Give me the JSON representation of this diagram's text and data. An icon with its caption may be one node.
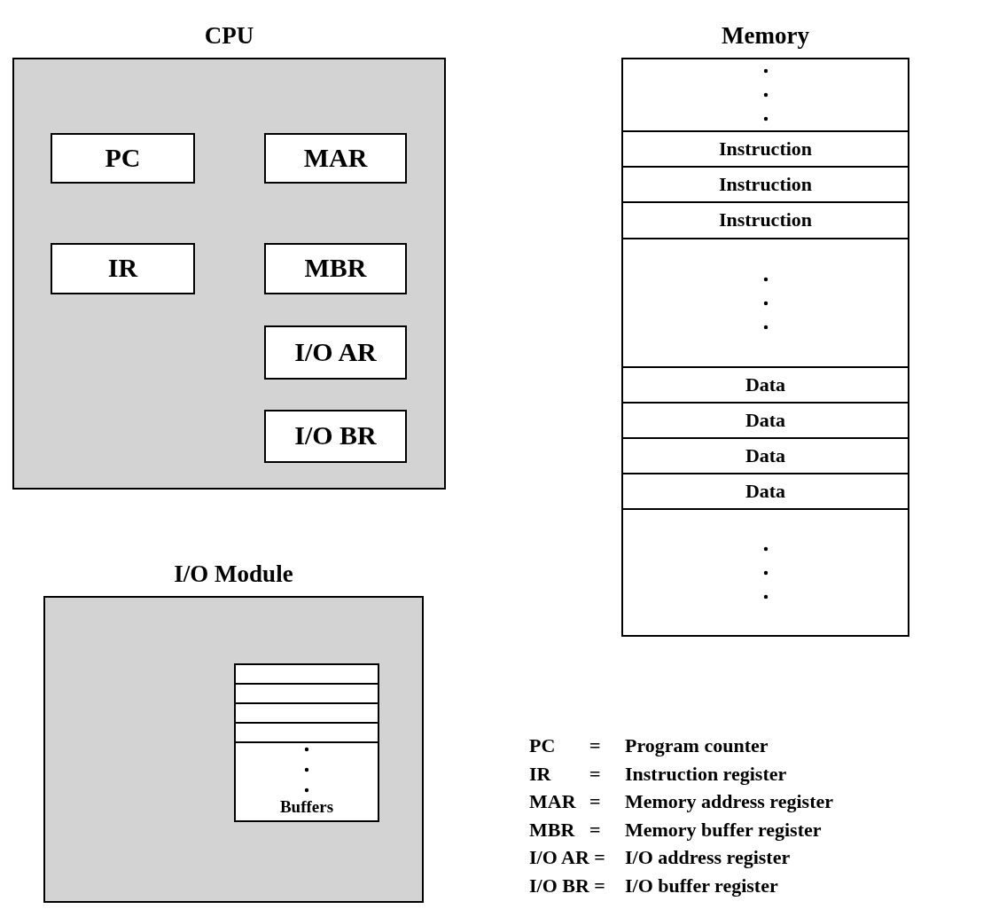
{
  "diagram": {
    "nodes": [
      {
        "text": [
          "CPU"
        ]
      },
      {
        "text": [
          "PC"
        ],
        "in": 0
      },
      {
        "text": [
          "MAR"
        ],
        "in": 0
      },
      {
        "text": [
          "IR"
        ],
        "in": 0
      },
      {
        "text": [
          "MBR"
        ],
        "in": 0
      },
      {
        "text": [
          "I/O AR"
        ],
        "in": 0
      },
      {
        "text": [
          "I/O BR"
        ],
        "in": 0
      },
      {
        "text": [
          "Memory"
        ]
      },
      {
        "text": [],
        "shape": "box",
        "in": 7
      },
      {
        "text": [
          "Instruction"
        ],
        "in": 7
      },
      {
        "text": [
          "Instruction"
        ],
        "in": 7
      },
      {
        "text": [
          "Instruction"
        ],
        "in": 7
      },
      {
        "text": [],
        "shape": "box",
        "in": 7
      },
      {
        "text": [
          "Data"
        ],
        "in": 7
      },
      {
        "text": [
          "Data"
        ],
        "in": 7
      },
      {
        "text": [
          "Data"
        ],
        "in": 7
      },
      {
        "text": [
          "Data"
        ],
        "in": 7
      },
      {
        "text": [],
        "shape": "box",
        "in": 7
      },
      {
        "text": [
          "I/O Module"
        ]
      },
      {
        "text": [
          "Buffers"
        ],
        "in": 18
      },
      {
        "text": [],
        "shape": "box",
        "in": 19
      },
      {
        "text": [],
        "shape": "box",
        "in": 19
      },
      {
        "text": [],
        "shape": "box",
        "in": 19
      },
      {
        "text": [],
        "shape": "box",
        "in": 19
      }
    ],
    "edges": [],
    "labels": [
      "PC",
      "=",
      "Program counter",
      "IR",
      "=",
      "Instruction register",
      "MAR",
      "=",
      "Memory address register",
      "MBR",
      "=",
      "Memory buffer register",
      "I/O AR =",
      "I/O address register",
      "I/O BR =",
      "I/O buffer register"
    ]
  }
}
